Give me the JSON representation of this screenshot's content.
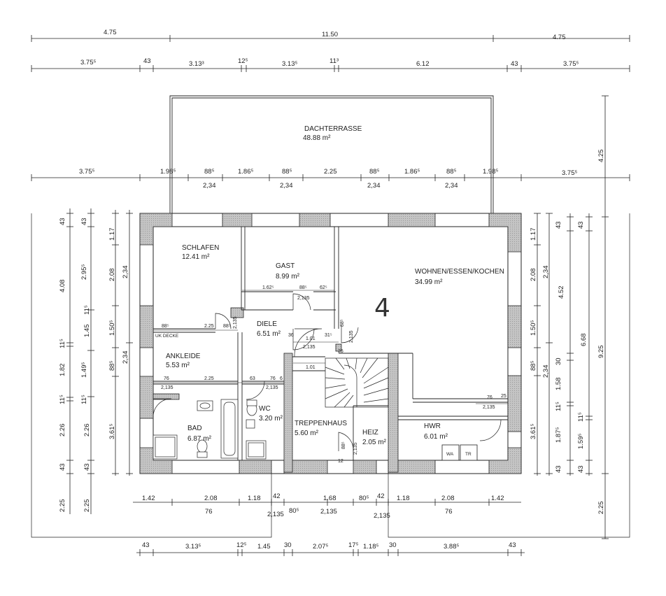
{
  "rooms": {
    "dachterrasse": {
      "name": "DACHTERRASSE",
      "area": "48.88 m²"
    },
    "schlafen": {
      "name": "SCHLAFEN",
      "area": "12.41 m²"
    },
    "gast": {
      "name": "GAST",
      "area": "8.99 m²"
    },
    "wohnen": {
      "name": "WOHNEN/ESSEN/KOCHEN",
      "area": "34.99 m²"
    },
    "diele": {
      "name": "DIELE",
      "area": "6.51 m²"
    },
    "ankleide": {
      "name": "ANKLEIDE",
      "area": "5.53 m²"
    },
    "bad": {
      "name": "BAD",
      "area": "6.87 m²"
    },
    "wc": {
      "name": "WC",
      "area": "3.20 m²"
    },
    "treppenhaus": {
      "name": "TREPPENHAUS",
      "area": "5.60 m²"
    },
    "heiz": {
      "name": "HEIZ",
      "area": "2.05 m²"
    },
    "hwr": {
      "name": "HWR",
      "area": "6.01 m²"
    }
  },
  "labels": {
    "uk_decke": "UK DECKE",
    "wa": "WA",
    "tr": "TR",
    "hand_note": "4"
  },
  "dims": {
    "top1": [
      "4.75",
      "11.50",
      "4.75"
    ],
    "top2": [
      "3.75⁵",
      "43",
      "3.13³",
      "12⁵",
      "3.13⁵",
      "11³",
      "6.12",
      "43",
      "3.75⁵"
    ],
    "terrace_row": [
      "3.75⁵",
      "1.98⁵",
      "88⁵",
      "1.86⁵",
      "88⁵",
      "2.25",
      "88⁵",
      "1.86⁵",
      "88⁵",
      "1.98⁵",
      "3.75⁵"
    ],
    "terrace_sub": [
      "2,34",
      "2,34",
      "2,34",
      "2,34"
    ],
    "terrace_height": "4.25",
    "bottom_openings": [
      "1.42",
      "2.08",
      "1.18",
      "42",
      "1.68",
      "80⁵",
      "42",
      "1.18",
      "2.08",
      "1.42"
    ],
    "bottom_sub": [
      "76",
      "2,135",
      "80⁵",
      "2,135",
      "2,135",
      "76"
    ],
    "bottom_row": [
      "43",
      "3.13⁵",
      "12⁵",
      "1.45",
      "30",
      "2.07⁵",
      "17⁵",
      "1.18⁵",
      "30",
      "3.88⁵",
      "43"
    ],
    "left_far": [
      "43",
      "4.08",
      "11⁵",
      "1.82",
      "11⁵",
      "2.26",
      "43",
      "2.25"
    ],
    "left_2": [
      "43",
      "2.95⁵",
      "1.45",
      "11⁵",
      "1.49⁵",
      "11⁵",
      "2.26",
      "43",
      "2.25"
    ],
    "left_3": [
      "1.17",
      "2.08",
      "1.50⁵",
      "88⁵",
      "3.61⁵"
    ],
    "left_4": [
      "2,34",
      "2,34"
    ],
    "right_1": [
      "1.17",
      "2.08",
      "1.50⁵",
      "88⁵",
      "3.61⁵"
    ],
    "right_2": [
      "2,34",
      "2,34"
    ],
    "right_3": [
      "43",
      "4.52",
      "30",
      "1.58",
      "11⁵",
      "1.87⁵",
      "43"
    ],
    "right_4": [
      "43",
      "6.68",
      "11⁵",
      "1.59⁵",
      "43"
    ],
    "right_5": [
      "9.25",
      "2.25"
    ],
    "interior": {
      "gast_a": "1.62⁵",
      "gast_b": "88⁵",
      "gast_c": "62⁵",
      "gast_d": "2,135",
      "diele_a": "88⁵",
      "diele_b": "2.25",
      "diele_c": "88⁵",
      "diele_d": "2,135",
      "diele_e": "36",
      "diele_f": "1.01",
      "diele_g": "31⁵",
      "diele_h": "2,135",
      "diele_i": "88⁵",
      "diele_j": "2,135",
      "diele_k": "1.01",
      "diele_l": "25",
      "ank_a": "76",
      "ank_b": "2,135",
      "ank_c": "2.25",
      "ank_d": "63",
      "ank_e": "76",
      "ank_f": "2,135",
      "ank_g": "6",
      "hwr_a": "76",
      "hwr_b": "25",
      "hwr_c": "2,135",
      "trep_a": "88⁵",
      "trep_b": "2,135",
      "trep_c": "12"
    }
  },
  "colors": {
    "wall": "#bdbdbd",
    "line": "#222222"
  }
}
